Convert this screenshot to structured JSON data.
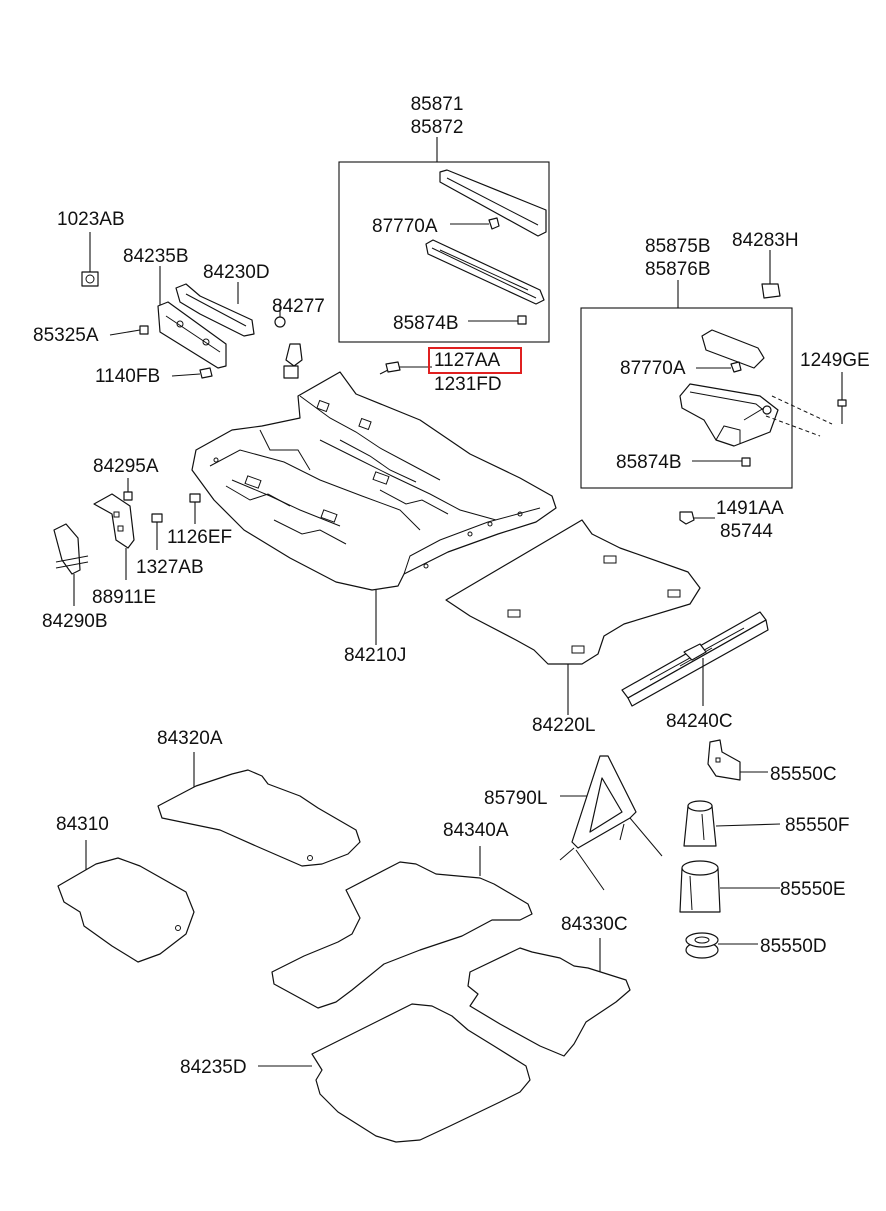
{
  "labels": {
    "p85871": "85871",
    "p85872": "85872",
    "p87770a_top": "87770A",
    "p85874b_top": "85874B",
    "p1023ab": "1023AB",
    "p84235b": "84235B",
    "p84230d": "84230D",
    "p84277": "84277",
    "p85325a": "85325A",
    "p1140fb": "1140FB",
    "p1127aa": "1127AA",
    "p1231fd": "1231FD",
    "p85875b": "85875B",
    "p85876b": "85876B",
    "p84283h": "84283H",
    "p87770a_right": "87770A",
    "p1249ge": "1249GE",
    "p85874b_right": "85874B",
    "p1491aa": "1491AA",
    "p85744": "85744",
    "p84295a": "84295A",
    "p1126ef": "1126EF",
    "p1327ab": "1327AB",
    "p88911e": "88911E",
    "p84290b": "84290B",
    "p84210j": "84210J",
    "p84220l": "84220L",
    "p84240c": "84240C",
    "p84320a": "84320A",
    "p84310": "84310",
    "p84340a": "84340A",
    "p85790l": "85790L",
    "p85550c": "85550C",
    "p85550f": "85550F",
    "p85550e": "85550E",
    "p85550d": "85550D",
    "p84330c": "84330C",
    "p84235d": "84235D"
  },
  "highlight_color": "#e02020"
}
